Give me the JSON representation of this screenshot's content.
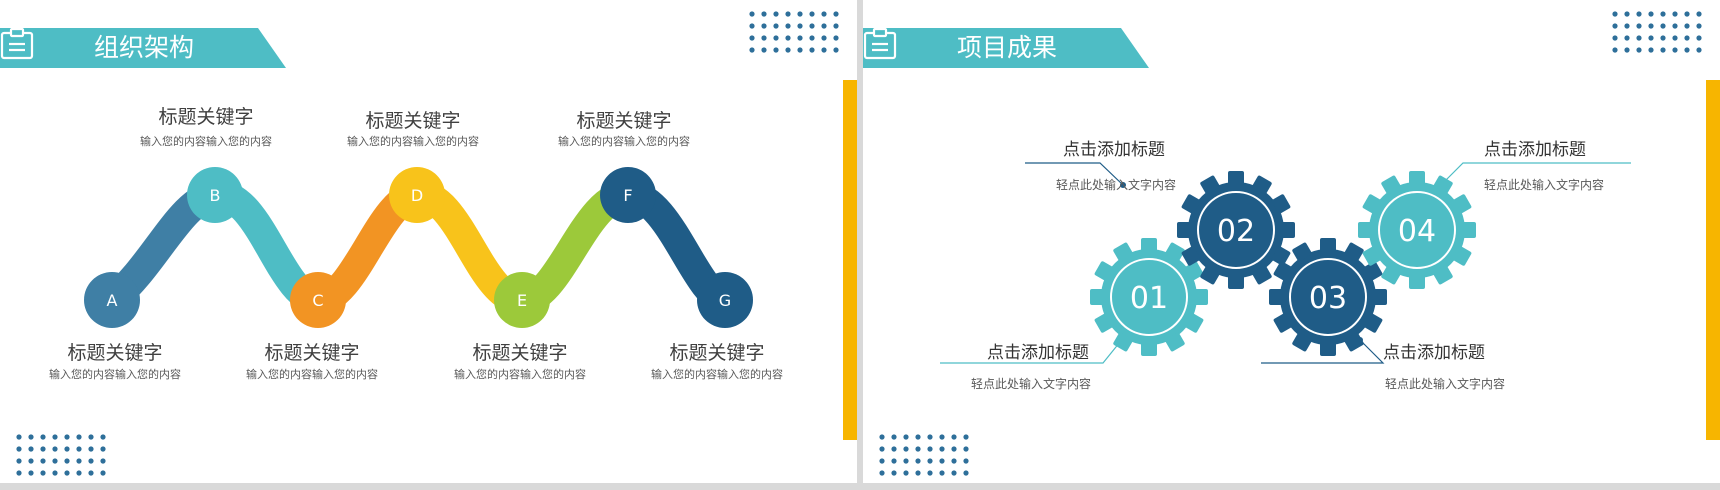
{
  "colors": {
    "teal": "#4ebdc5",
    "navy": "#1f5c87",
    "orange": "#f29423",
    "yellow": "#f8c31b",
    "green": "#9cc93a",
    "slate": "#3f7fa5",
    "dot": "#2e6f9a",
    "gold": "#f7b500"
  },
  "left": {
    "title": "组织架构",
    "nodes": [
      {
        "label": "A"
      },
      {
        "label": "B"
      },
      {
        "label": "C"
      },
      {
        "label": "D"
      },
      {
        "label": "E"
      },
      {
        "label": "F"
      },
      {
        "label": "G"
      }
    ],
    "top_items": [
      {
        "title": "标题关键字",
        "desc": "输入您的内容输入您的内容"
      },
      {
        "title": "标题关键字",
        "desc": "输入您的内容输入您的内容"
      },
      {
        "title": "标题关键字",
        "desc": "输入您的内容输入您的内容"
      }
    ],
    "bottom_items": [
      {
        "title": "标题关键字",
        "desc": "输入您的内容输入您的内容"
      },
      {
        "title": "标题关键字",
        "desc": "输入您的内容输入您的内容"
      },
      {
        "title": "标题关键字",
        "desc": "输入您的内容输入您的内容"
      },
      {
        "title": "标题关键字",
        "desc": "输入您的内容输入您的内容"
      }
    ]
  },
  "right": {
    "title": "项目成果",
    "gears": [
      {
        "label": "01"
      },
      {
        "label": "02"
      },
      {
        "label": "03"
      },
      {
        "label": "04"
      }
    ],
    "items": [
      {
        "title": "点击添加标题",
        "desc": "轻点此处输入文字内容"
      },
      {
        "title": "点击添加标题",
        "desc": "轻点此处输入文字内容"
      },
      {
        "title": "点击添加标题",
        "desc": "轻点此处输入文字内容"
      },
      {
        "title": "点击添加标题",
        "desc": "轻点此处输入文字内容"
      }
    ]
  }
}
